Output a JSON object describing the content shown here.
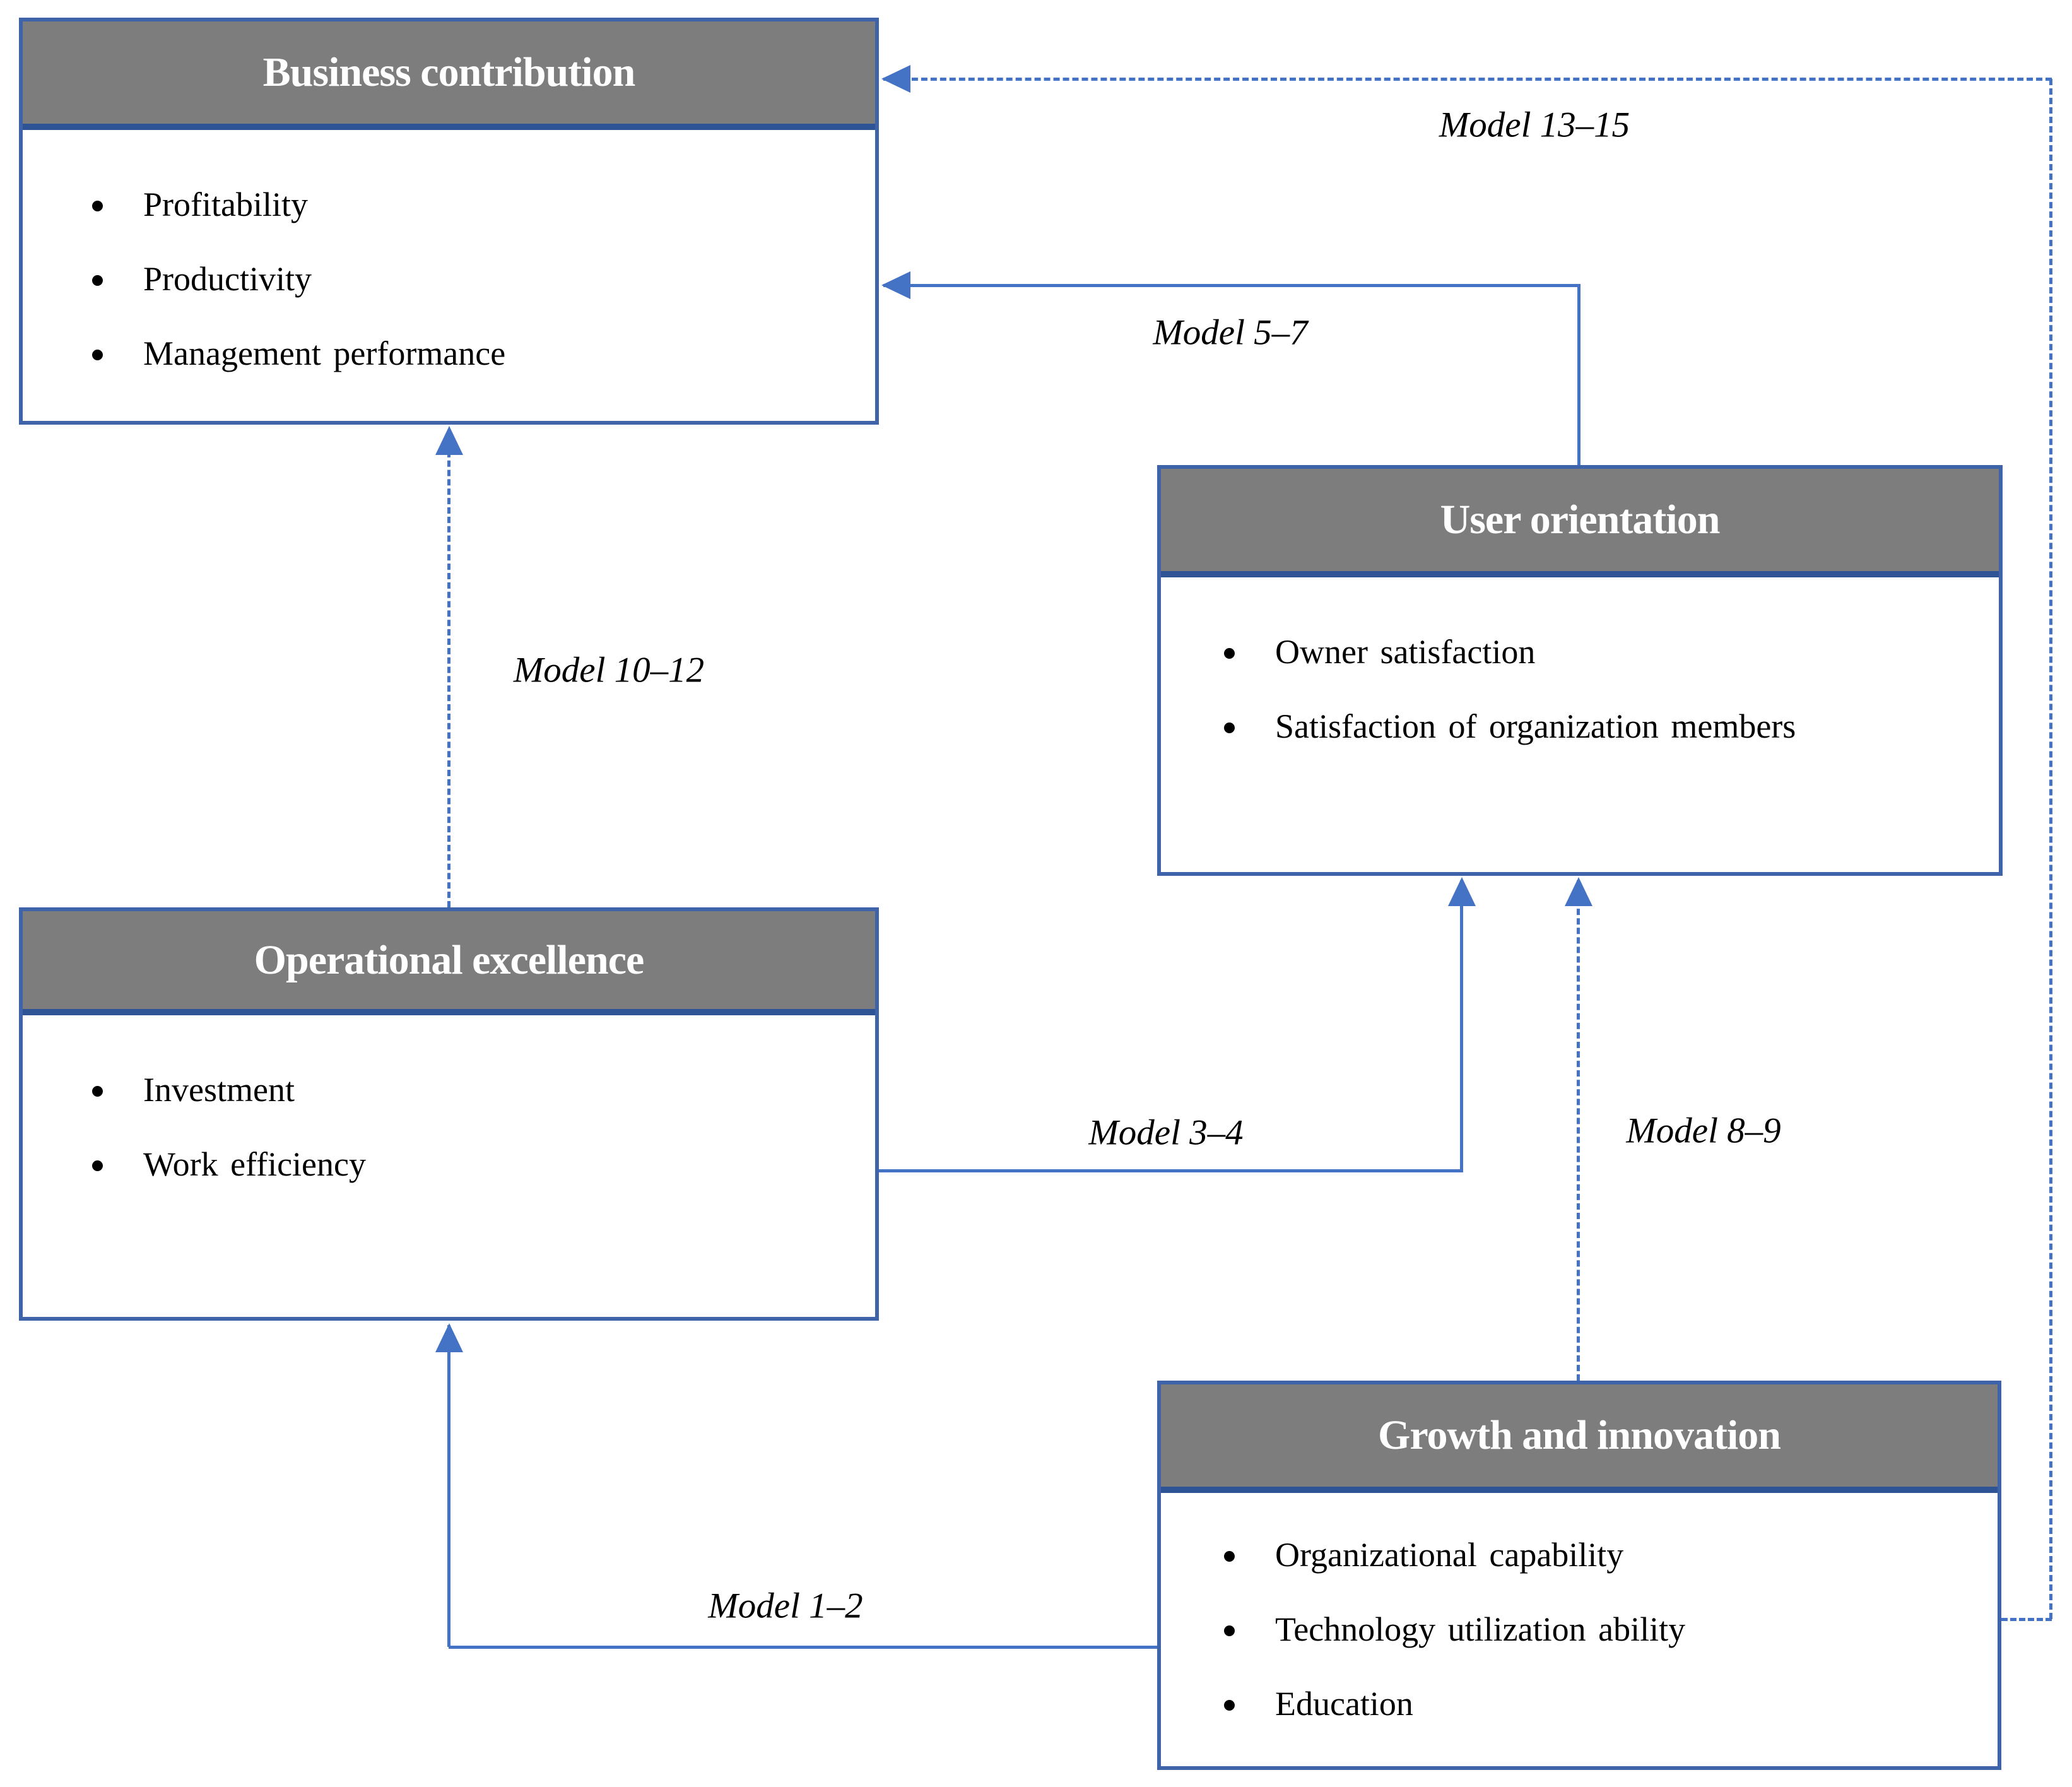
{
  "diagram": {
    "boxes": [
      {
        "id": "business-contribution",
        "title": "Business contribution",
        "bullets": [
          "Profitability",
          "Productivity",
          "Management performance"
        ]
      },
      {
        "id": "user-orientation",
        "title": "User orientation",
        "bullets": [
          "Owner satisfaction",
          "Satisfaction of organization members"
        ]
      },
      {
        "id": "operational-excellence",
        "title": "Operational excellence",
        "bullets": [
          "Investment",
          "Work efficiency"
        ]
      },
      {
        "id": "growth-and-innovation",
        "title": "Growth and innovation",
        "bullets": [
          "Organizational capability",
          "Technology utilization ability",
          "Education"
        ]
      }
    ],
    "arrows": [
      {
        "id": "model-1-2",
        "label": "Model 1–2",
        "style": "solid",
        "from": "growth-and-innovation",
        "to": "operational-excellence"
      },
      {
        "id": "model-3-4",
        "label": "Model 3–4",
        "style": "solid",
        "from": "operational-excellence",
        "to": "user-orientation"
      },
      {
        "id": "model-5-7",
        "label": "Model 5–7",
        "style": "solid",
        "from": "user-orientation",
        "to": "business-contribution"
      },
      {
        "id": "model-8-9",
        "label": "Model 8–9",
        "style": "dashed",
        "from": "growth-and-innovation",
        "to": "user-orientation"
      },
      {
        "id": "model-10-12",
        "label": "Model 10–12",
        "style": "dashed",
        "from": "operational-excellence",
        "to": "business-contribution"
      },
      {
        "id": "model-13-15",
        "label": "Model 13–15",
        "style": "dashed",
        "from": "growth-and-innovation",
        "to": "business-contribution"
      }
    ],
    "colors": {
      "header_bg": "#7D7D7D",
      "header_text": "#FFFFFF",
      "divider": "#2F5496",
      "box_border": "#3E63A8",
      "connector": "#4472C4",
      "text": "#000000",
      "background": "#FFFFFF"
    }
  }
}
